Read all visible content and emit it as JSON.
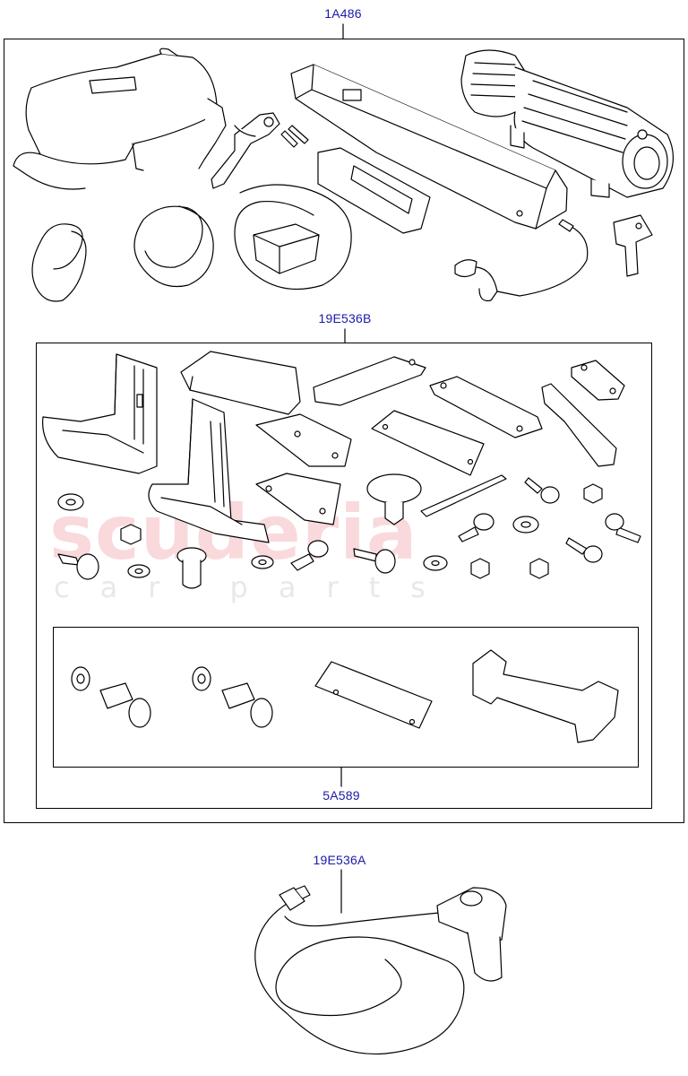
{
  "labels": {
    "kit_main": "1A486",
    "kit_mounting": "19E536B",
    "kit_guide": "5A589",
    "remote": "19E536A"
  },
  "watermark": {
    "brand": "scuderia",
    "sub": "car parts"
  },
  "colors": {
    "label_blue": "#1a1aa6",
    "line": "#000000",
    "watermark_red": "#eb7882"
  }
}
